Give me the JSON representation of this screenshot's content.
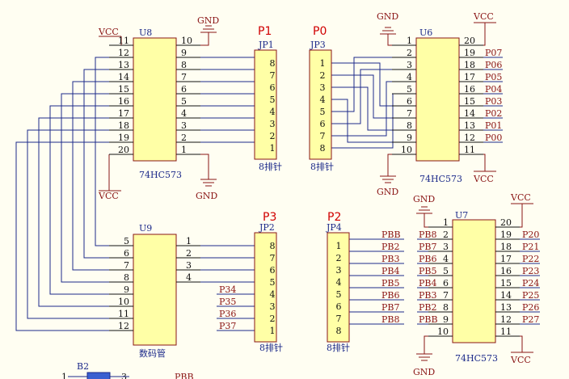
{
  "components": {
    "u8": {
      "ref": "U8",
      "part": "74HC573",
      "left_pins": [
        "11",
        "12",
        "13",
        "14",
        "15",
        "16",
        "17",
        "18",
        "19",
        "20"
      ],
      "right_pins": [
        "10",
        "9",
        "8",
        "7",
        "6",
        "5",
        "4",
        "3",
        "2",
        "1"
      ]
    },
    "u6": {
      "ref": "U6",
      "part": "74HC573",
      "left_pins": [
        "1",
        "2",
        "3",
        "4",
        "5",
        "6",
        "7",
        "8",
        "9",
        "10"
      ],
      "right_pins": [
        "20",
        "19",
        "18",
        "17",
        "16",
        "15",
        "14",
        "13",
        "12",
        "11"
      ],
      "nets": [
        "P07",
        "P06",
        "P05",
        "P04",
        "P03",
        "P02",
        "P01",
        "P00"
      ]
    },
    "u9": {
      "ref": "U9",
      "part": "数码管",
      "left_pins": [
        "5",
        "6",
        "7",
        "8",
        "9",
        "10",
        "11",
        "12"
      ],
      "right_pins": [
        "1",
        "2",
        "3",
        "4"
      ]
    },
    "u7": {
      "ref": "U7",
      "part": "74HC573",
      "left_pins": [
        "1",
        "2",
        "3",
        "4",
        "5",
        "6",
        "7",
        "8",
        "9",
        "10"
      ],
      "right_pins": [
        "20",
        "19",
        "18",
        "17",
        "16",
        "15",
        "14",
        "13",
        "12",
        "11"
      ],
      "left_nets": [
        "PB8",
        "PB7",
        "PB6",
        "PB5",
        "PB4",
        "PB3",
        "PB2",
        "PBB"
      ],
      "right_nets": [
        "P20",
        "P21",
        "P22",
        "P23",
        "P24",
        "P25",
        "P26",
        "P27"
      ]
    },
    "jp1": {
      "ref": "JP1",
      "name": "P1",
      "part": "8排针",
      "pins": [
        "8",
        "7",
        "6",
        "5",
        "4",
        "3",
        "2",
        "1"
      ]
    },
    "jp3": {
      "ref": "JP3",
      "name": "P0",
      "part": "8排针",
      "pins": [
        "1",
        "2",
        "3",
        "4",
        "5",
        "6",
        "7",
        "8"
      ]
    },
    "jp2": {
      "ref": "JP2",
      "name": "P3",
      "part": "8排针",
      "pins": [
        "8",
        "7",
        "6",
        "5",
        "4",
        "3",
        "2",
        "1"
      ],
      "nets": [
        "P34",
        "P35",
        "P36",
        "P37"
      ]
    },
    "jp4": {
      "ref": "JP4",
      "name": "P2",
      "part": "8排针",
      "pins": [
        "1",
        "2",
        "3",
        "4",
        "5",
        "6",
        "7",
        "8"
      ],
      "nets": [
        "PBB",
        "PB2",
        "PB3",
        "PB4",
        "PB5",
        "PB6",
        "PB7",
        "PB8"
      ]
    }
  },
  "power": {
    "vcc": "VCC",
    "gnd": "GND"
  },
  "partial": {
    "b2_ref": "B2",
    "b2_pin_left": "1",
    "b2_pin_right": "3",
    "b2_net": "PBB"
  }
}
